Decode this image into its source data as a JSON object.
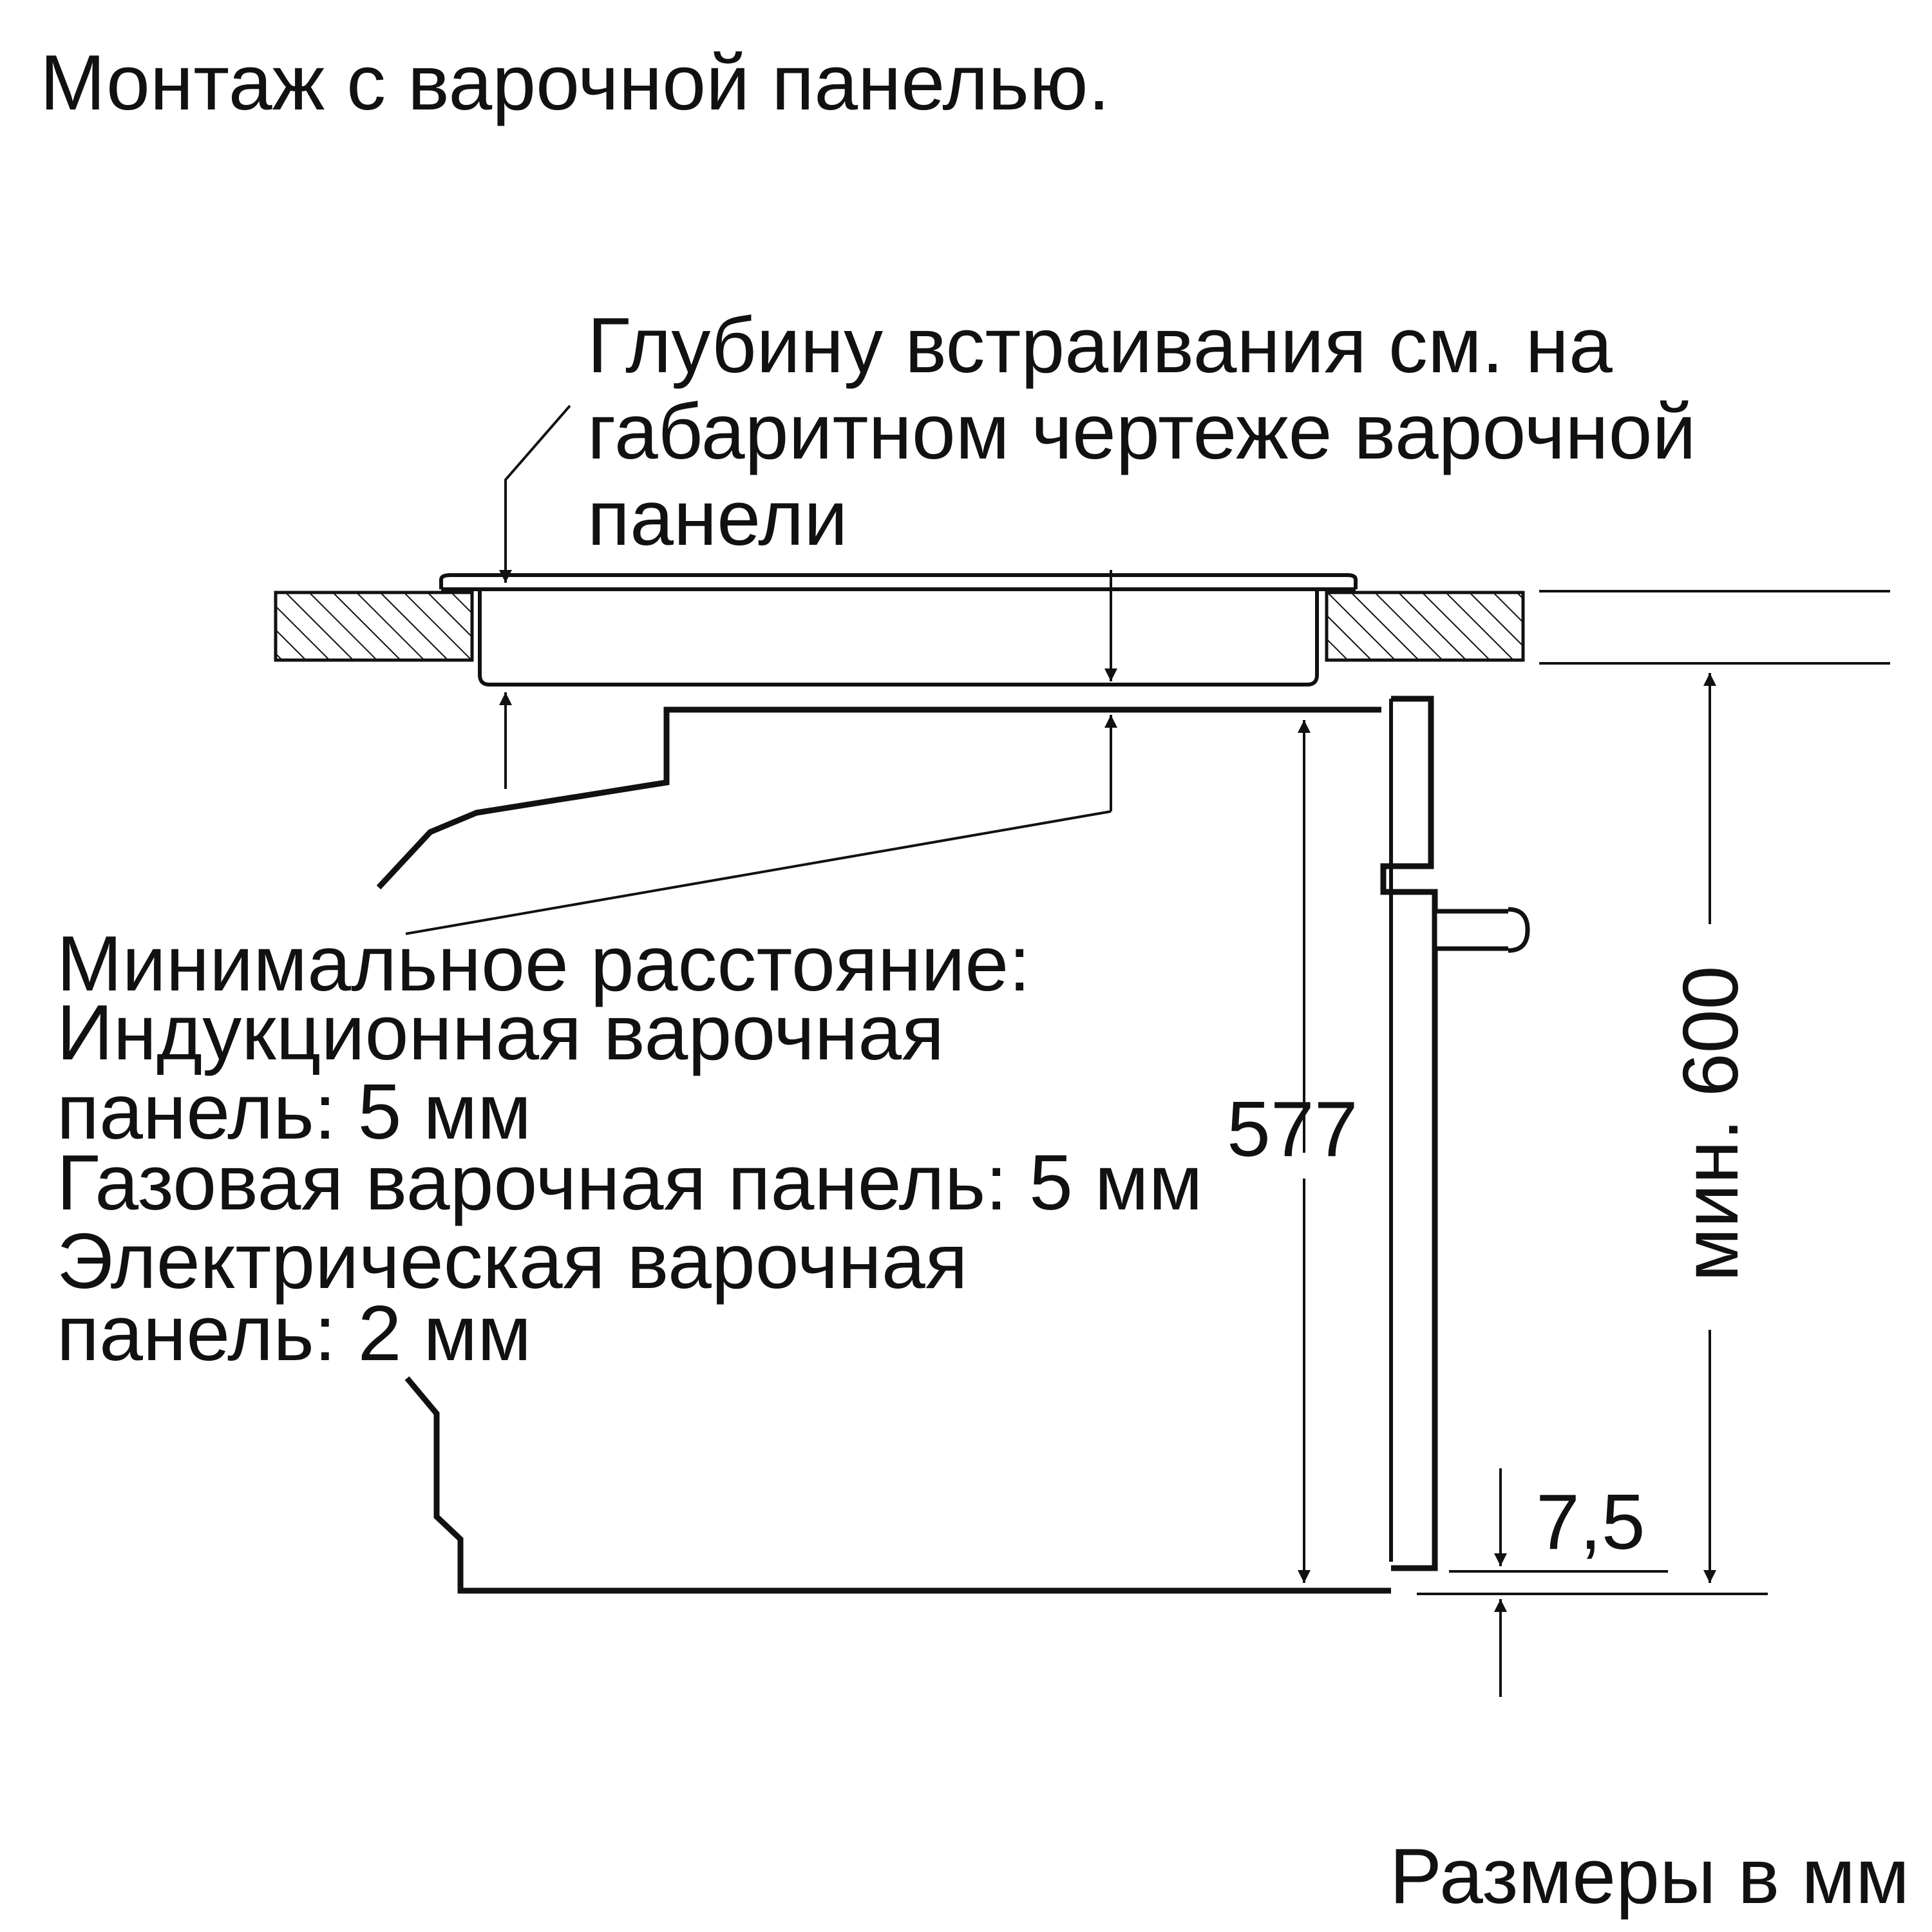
{
  "title": "Монтаж с варочной панелью.",
  "depth_note": [
    "Глубину встраивания см. на",
    "габаритном чертеже варочной",
    "панели"
  ],
  "min_distance": [
    "Минимальное расстояние:",
    "Индукционная варочная",
    "панель: 5 мм",
    "Газовая варочная панель: 5 мм",
    "Электрическая варочная",
    "панель: 2 мм"
  ],
  "dimensions": {
    "cavity_height": "577",
    "niche_height": "мин. 600",
    "bottom_offset": "7,5"
  },
  "units_note": "Размеры в мм",
  "colors": {
    "line": "#111111",
    "background": "#ffffff"
  }
}
